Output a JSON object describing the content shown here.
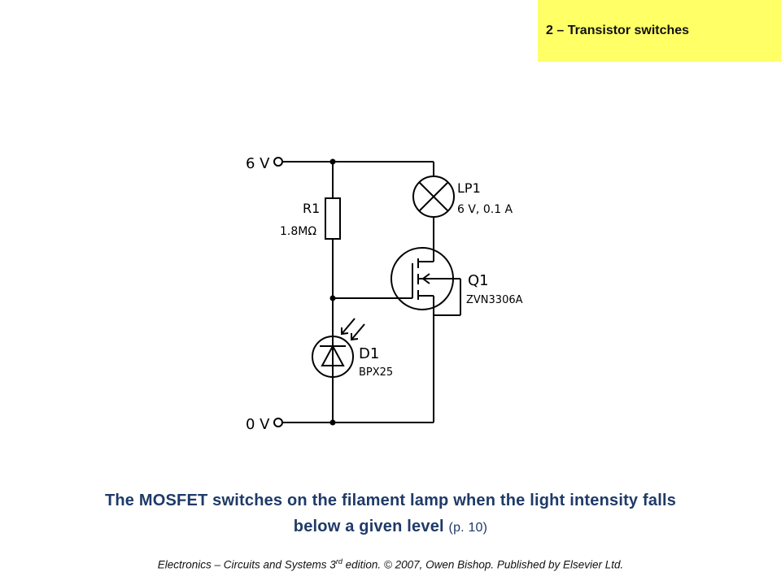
{
  "section_tag": "2 – Transistor switches",
  "diagram": {
    "supply_top": "6 V",
    "supply_bottom": "0 V",
    "resistor_ref": "R1",
    "resistor_value": "1.8MΩ",
    "lamp_ref": "LP1",
    "lamp_rating": "6 V, 0.1 A",
    "transistor_ref": "Q1",
    "transistor_part": "ZVN3306A",
    "photodiode_ref": "D1",
    "photodiode_part": "BPX25"
  },
  "caption": {
    "line1": "The MOSFET switches on the filament lamp when the light intensity falls",
    "line2": "below a given level",
    "page_ref": "(p. 10)"
  },
  "footer": {
    "part1": "Electronics – Circuits and Systems 3",
    "superscript": "rd",
    "part2": " edition. © 2007, Owen Bishop. Published by Elsevier Ltd."
  }
}
